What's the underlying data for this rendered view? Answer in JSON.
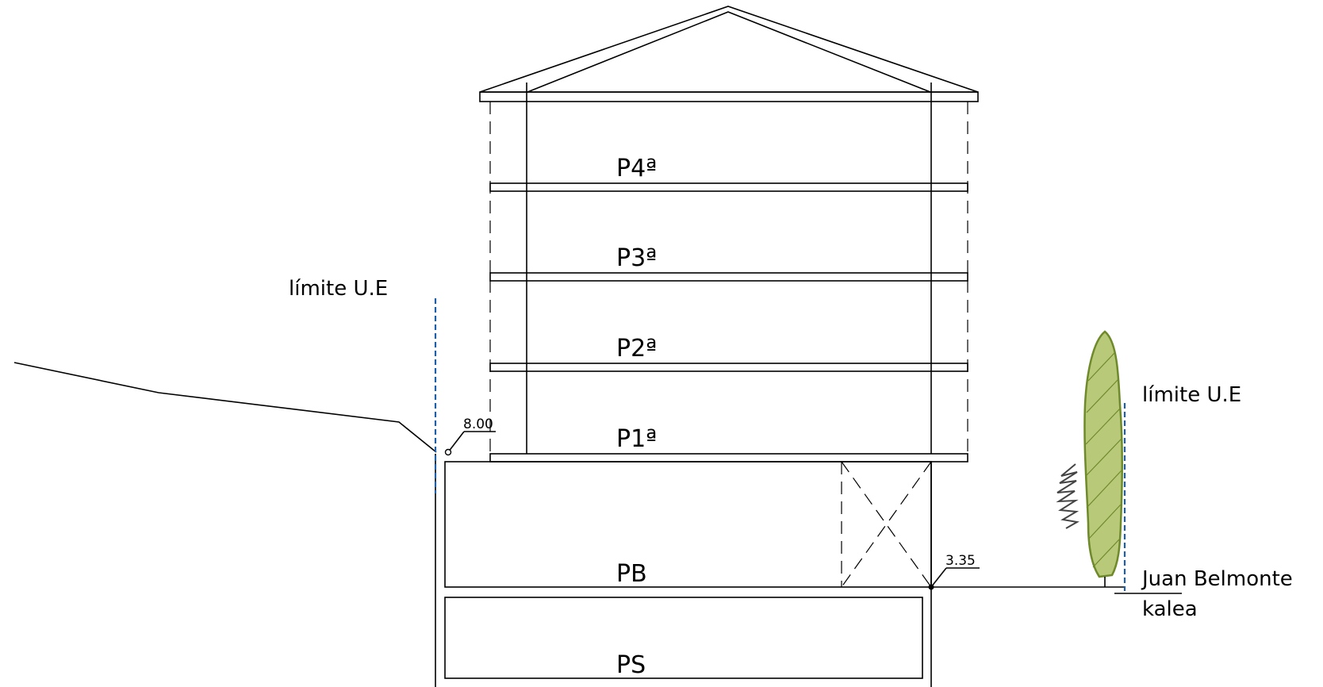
{
  "floors": [
    {
      "id": "p4",
      "label": "P4ª"
    },
    {
      "id": "p3",
      "label": "P3ª"
    },
    {
      "id": "p2",
      "label": "P2ª"
    },
    {
      "id": "p1",
      "label": "P1ª"
    },
    {
      "id": "pb",
      "label": "PB"
    },
    {
      "id": "ps",
      "label": "PS"
    }
  ],
  "annotations": {
    "limit_left": "límite U.E",
    "limit_right": "límite U.E",
    "street_line1": "Juan Belmonte",
    "street_line2": "kalea"
  },
  "levels": {
    "upper": "8.00",
    "street": "3.35"
  },
  "colors": {
    "line": "#000000",
    "limit": "#1f5fa8",
    "tree_fill": "#b9c97a",
    "tree_stroke": "#6e8a2a",
    "tree_dark": "#444444"
  }
}
